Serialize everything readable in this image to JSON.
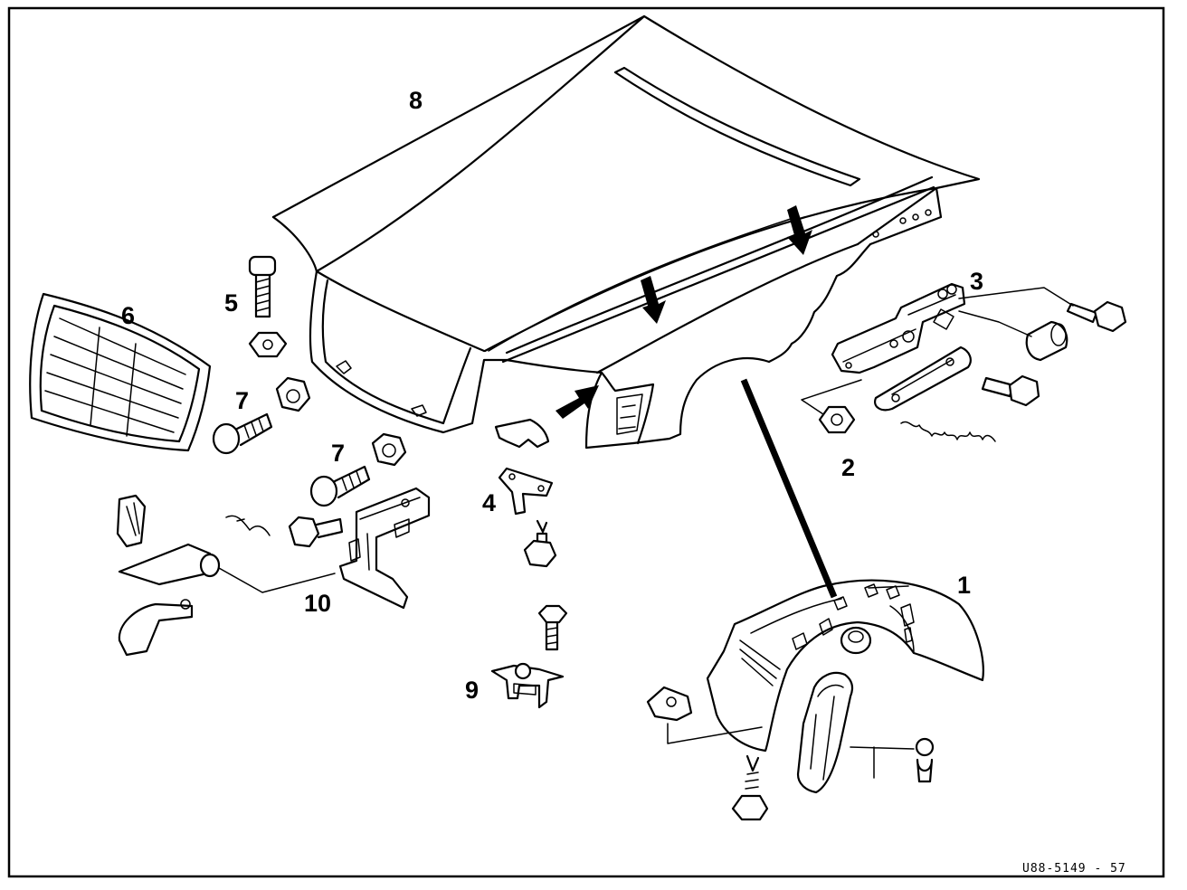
{
  "callouts": {
    "c1": "1",
    "c2": "2",
    "c3": "3",
    "c4": "4",
    "c5": "5",
    "c6": "6",
    "c7a": "7",
    "c7b": "7",
    "c8": "8",
    "c9": "9",
    "c10": "10"
  },
  "figure_code": "U88-5149 - 57"
}
